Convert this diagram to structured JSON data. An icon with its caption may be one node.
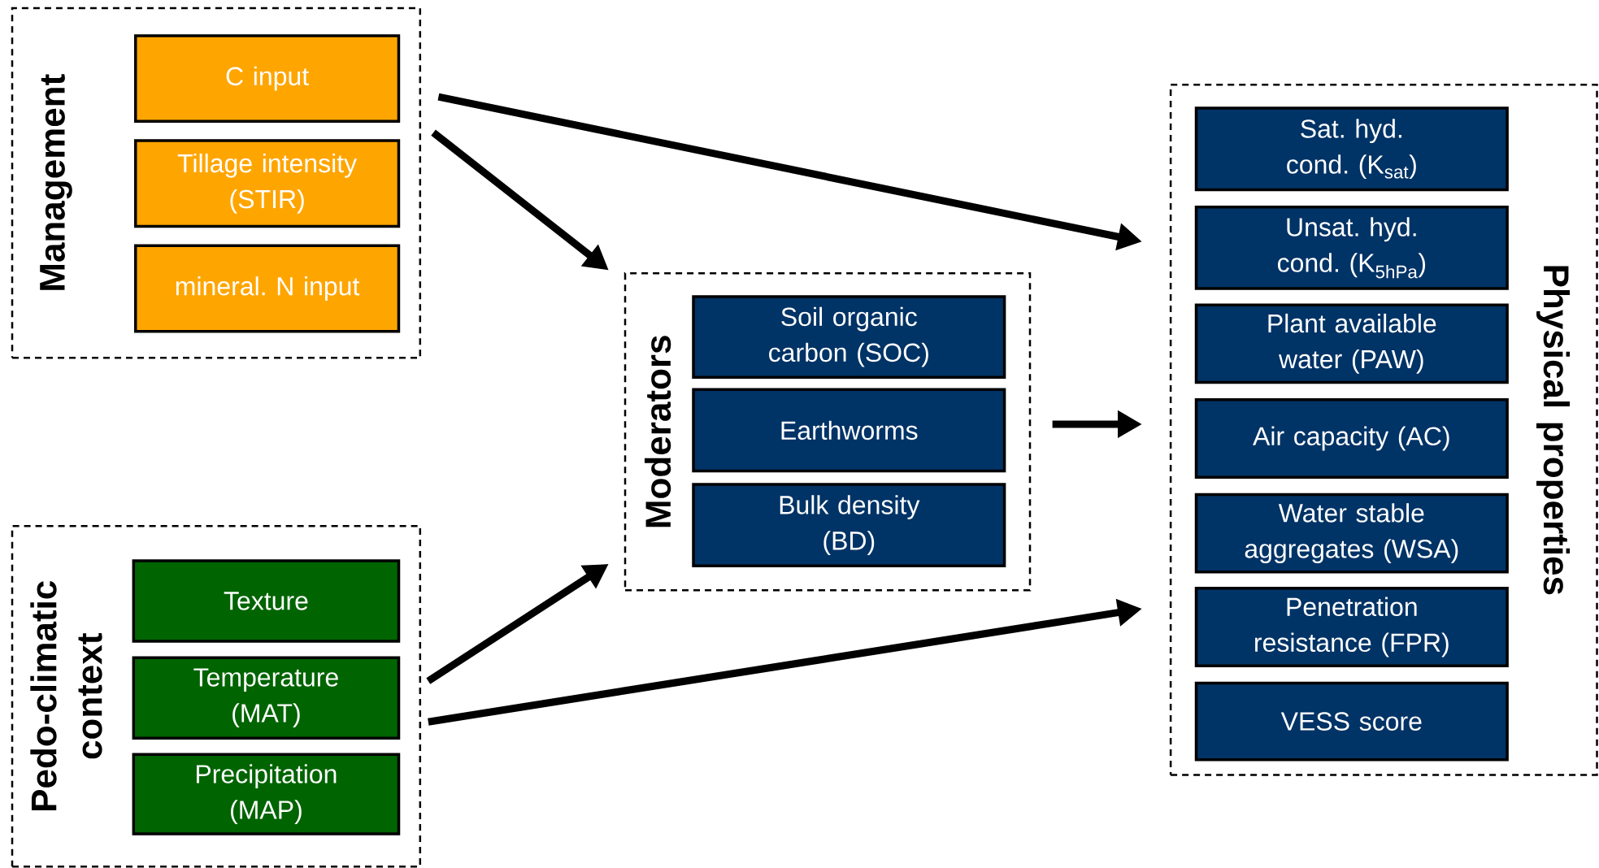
{
  "diagram": {
    "nodes": [
      {
        "text": [
          "Management"
        ]
      },
      {
        "text": [
          "C input"
        ],
        "in": 0
      },
      {
        "text": [
          "Tillage intensity (STIR)"
        ],
        "in": 0
      },
      {
        "text": [
          "mineral. N input"
        ],
        "in": 0
      },
      {
        "text": [
          "Pedo-climatic context"
        ]
      },
      {
        "text": [
          "Texture"
        ],
        "in": 4
      },
      {
        "text": [
          "Temperature (MAT)"
        ],
        "in": 4
      },
      {
        "text": [
          "Precipitation (MAP)"
        ],
        "in": 4
      },
      {
        "text": [
          "Moderators"
        ]
      },
      {
        "text": [
          "Soil organic carbon (SOC)"
        ],
        "in": 8
      },
      {
        "text": [
          "Earthworms"
        ],
        "in": 8
      },
      {
        "text": [
          "Bulk density (BD)"
        ],
        "in": 8
      },
      {
        "text": [
          "Physical properties"
        ]
      },
      {
        "text": [
          "Sat. hyd. cond. (K$_{sat}$)"
        ],
        "in": 12
      },
      {
        "text": [
          "Unsat. hyd. cond. (K$_{5hPa}$)"
        ],
        "in": 12
      },
      {
        "text": [
          "Plant available water (PAW)"
        ],
        "in": 12
      },
      {
        "text": [
          "Air capacity (AC)"
        ],
        "in": 12
      },
      {
        "text": [
          "Water stable aggregates (WSA)"
        ],
        "in": 12
      },
      {
        "text": [
          "Penetration resistance (FPR)"
        ],
        "in": 12
      },
      {
        "text": [
          "VESS score"
        ],
        "in": 12
      }
    ],
    "edges": [
      {
        "from": 0,
        "to": 8,
        "arrow": "to"
      },
      {
        "from": 0,
        "to": 12,
        "arrow": "to"
      },
      {
        "from": 4,
        "to": 8,
        "arrow": "to"
      },
      {
        "from": 4,
        "to": 12,
        "arrow": "to"
      },
      {
        "from": 8,
        "to": 12,
        "arrow": "to"
      }
    ]
  }
}
